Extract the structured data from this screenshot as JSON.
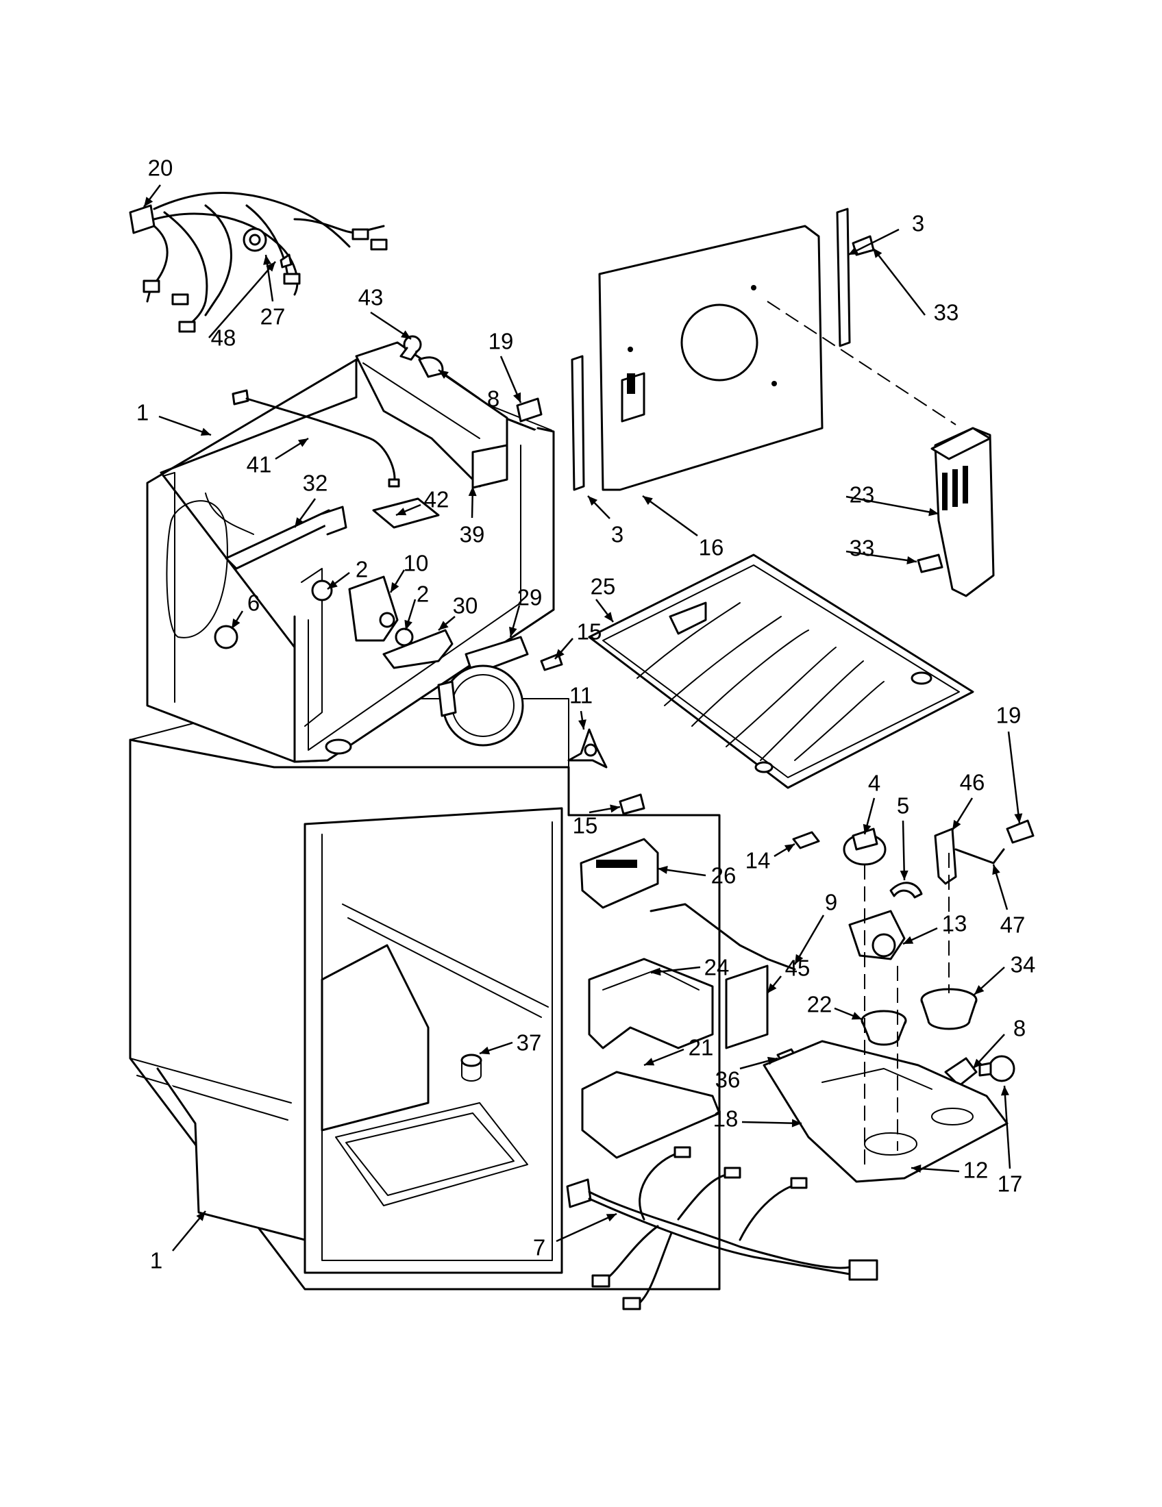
{
  "diagram": {
    "callouts": [
      {
        "id": "20",
        "text": "20"
      },
      {
        "id": "27",
        "text": "27"
      },
      {
        "id": "43",
        "text": "43"
      },
      {
        "id": "48",
        "text": "48"
      },
      {
        "id": "19a",
        "text": "19"
      },
      {
        "id": "8a",
        "text": "8"
      },
      {
        "id": "3a",
        "text": "3"
      },
      {
        "id": "33a",
        "text": "33"
      },
      {
        "id": "1a",
        "text": "1"
      },
      {
        "id": "41",
        "text": "41"
      },
      {
        "id": "42",
        "text": "42"
      },
      {
        "id": "39",
        "text": "39"
      },
      {
        "id": "32",
        "text": "32"
      },
      {
        "id": "2a",
        "text": "2"
      },
      {
        "id": "10",
        "text": "10"
      },
      {
        "id": "2b",
        "text": "2"
      },
      {
        "id": "30",
        "text": "30"
      },
      {
        "id": "29",
        "text": "29"
      },
      {
        "id": "6",
        "text": "6"
      },
      {
        "id": "3b",
        "text": "3"
      },
      {
        "id": "16",
        "text": "16"
      },
      {
        "id": "23",
        "text": "23"
      },
      {
        "id": "33b",
        "text": "33"
      },
      {
        "id": "25",
        "text": "25"
      },
      {
        "id": "15a",
        "text": "15"
      },
      {
        "id": "11",
        "text": "11"
      },
      {
        "id": "15b",
        "text": "15"
      },
      {
        "id": "19b",
        "text": "19"
      },
      {
        "id": "4",
        "text": "4"
      },
      {
        "id": "5",
        "text": "5"
      },
      {
        "id": "46",
        "text": "46"
      },
      {
        "id": "14",
        "text": "14"
      },
      {
        "id": "26",
        "text": "26"
      },
      {
        "id": "47",
        "text": "47"
      },
      {
        "id": "9",
        "text": "9"
      },
      {
        "id": "13",
        "text": "13"
      },
      {
        "id": "24",
        "text": "24"
      },
      {
        "id": "45",
        "text": "45"
      },
      {
        "id": "34",
        "text": "34"
      },
      {
        "id": "22",
        "text": "22"
      },
      {
        "id": "8b",
        "text": "8"
      },
      {
        "id": "37",
        "text": "37"
      },
      {
        "id": "21",
        "text": "21"
      },
      {
        "id": "36",
        "text": "36"
      },
      {
        "id": "18",
        "text": "18"
      },
      {
        "id": "12",
        "text": "12"
      },
      {
        "id": "17",
        "text": "17"
      },
      {
        "id": "7",
        "text": "7"
      },
      {
        "id": "1b",
        "text": "1"
      }
    ]
  }
}
